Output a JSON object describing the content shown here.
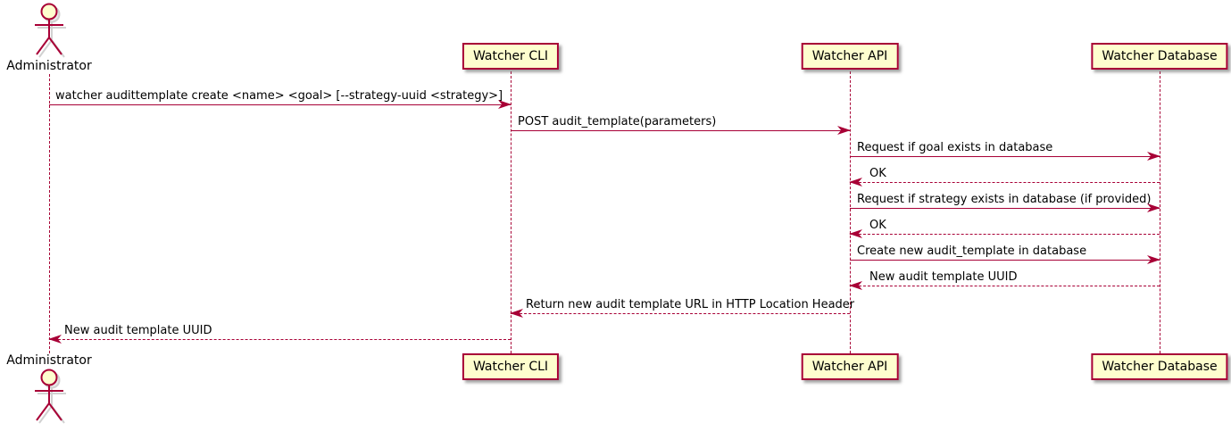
{
  "diagram": {
    "type": "uml-sequence",
    "colors": {
      "accent": "#A80036",
      "participant_fill": "#FEFECE",
      "text": "#000000",
      "background": "#FFFFFF"
    },
    "actors": [
      {
        "name": "Administrator",
        "type": "actor"
      }
    ],
    "participants": [
      {
        "name": "Watcher CLI"
      },
      {
        "name": "Watcher API"
      },
      {
        "name": "Watcher Database"
      }
    ],
    "messages": [
      {
        "from": "Administrator",
        "to": "Watcher CLI",
        "style": "solid",
        "label": "watcher audittemplate create <name> <goal> [--strategy-uuid <strategy>]"
      },
      {
        "from": "Watcher CLI",
        "to": "Watcher API",
        "style": "solid",
        "label": "POST audit_template(parameters)"
      },
      {
        "from": "Watcher API",
        "to": "Watcher Database",
        "style": "solid",
        "label": "Request if goal exists in database"
      },
      {
        "from": "Watcher Database",
        "to": "Watcher API",
        "style": "dashed",
        "label": "OK"
      },
      {
        "from": "Watcher API",
        "to": "Watcher Database",
        "style": "solid",
        "label": "Request if strategy exists in database (if provided)"
      },
      {
        "from": "Watcher Database",
        "to": "Watcher API",
        "style": "dashed",
        "label": "OK"
      },
      {
        "from": "Watcher API",
        "to": "Watcher Database",
        "style": "solid",
        "label": "Create new audit_template in database"
      },
      {
        "from": "Watcher Database",
        "to": "Watcher API",
        "style": "dashed",
        "label": "New audit template UUID"
      },
      {
        "from": "Watcher API",
        "to": "Watcher CLI",
        "style": "dashed",
        "label": "Return new audit template URL in HTTP Location Header"
      },
      {
        "from": "Watcher CLI",
        "to": "Administrator",
        "style": "dashed",
        "label": "New audit template UUID"
      }
    ]
  }
}
